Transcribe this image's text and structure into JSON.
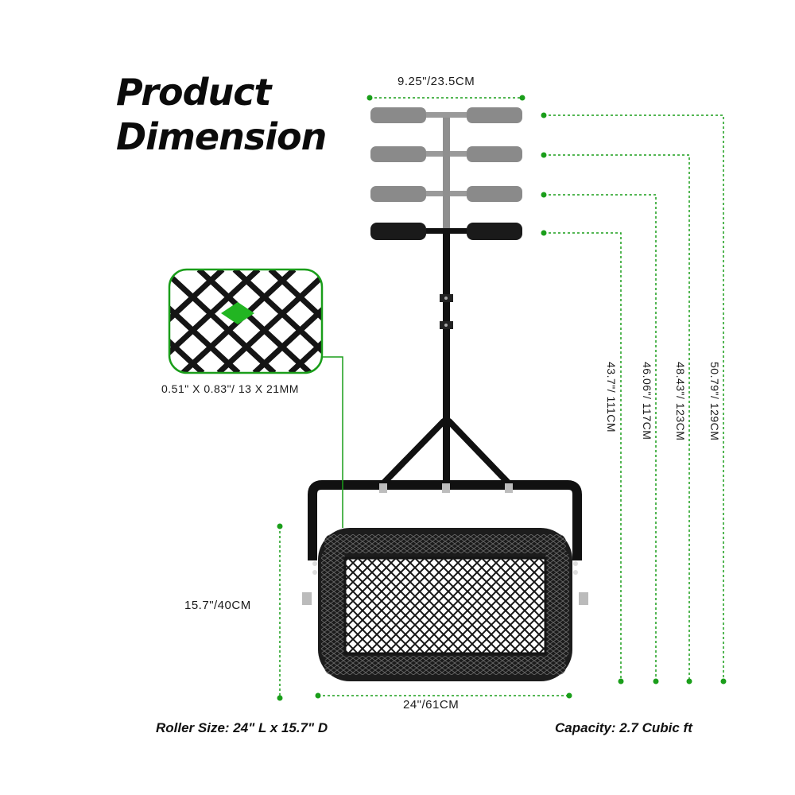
{
  "title": {
    "line1": "Product",
    "line2": "Dimension"
  },
  "dimensions": {
    "handle_width": "9.25\"/23.5CM",
    "mesh_size": "0.51\" X 0.83\"/ 13 X 21MM",
    "height_1": "43.7\"/ 111CM",
    "height_2": "46.06\"/ 117CM",
    "height_3": "48.43\"/ 123CM",
    "height_4": "50.79\"/ 129CM",
    "roller_diameter": "15.7\"/40CM",
    "roller_length": "24\"/61CM"
  },
  "captions": {
    "roller_size": "Roller Size: 24\" L x 15.7\" D",
    "capacity": "Capacity: 2.7 Cubic ft"
  },
  "colors": {
    "accent": "#1a9e1a",
    "handle_inactive": "#8a8a8a",
    "frame": "#111111"
  }
}
